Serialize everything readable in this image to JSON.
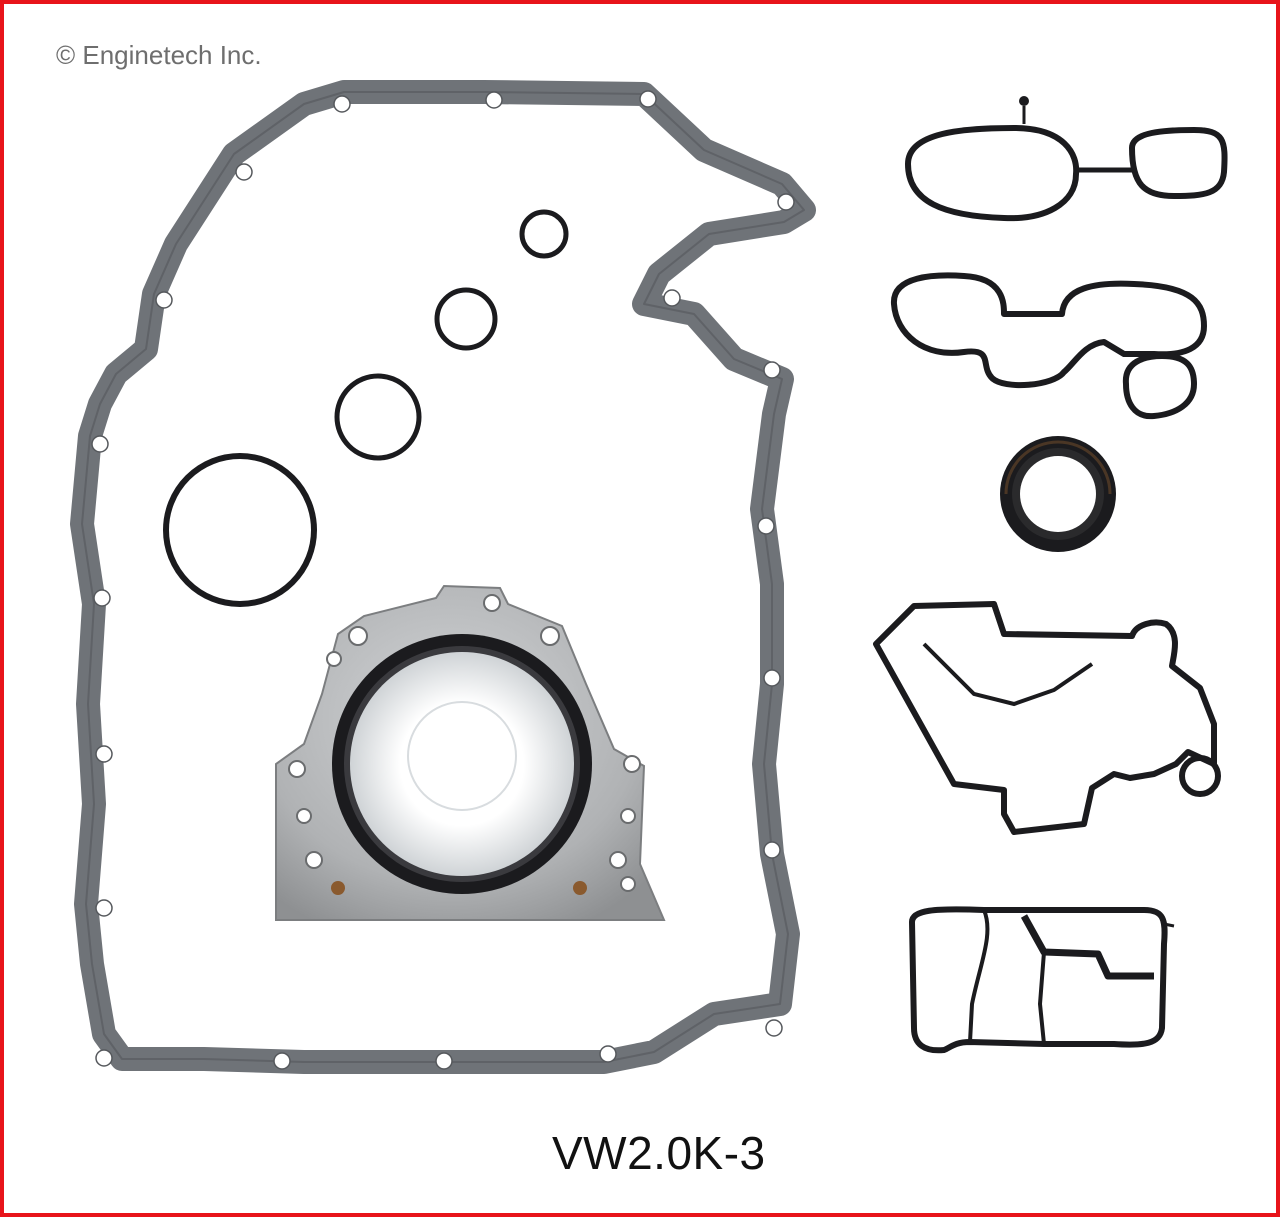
{
  "brand": {
    "copyright": "© Enginetech Inc."
  },
  "product": {
    "part_number": "VW2.0K-3"
  },
  "colors": {
    "frame_border": "#e8141a",
    "gasket_gray": "#6f7378",
    "rubber_black": "#1b1b1e",
    "cast_aluminum": "#b4b6b8",
    "background": "#ffffff"
  },
  "components": [
    "oil-pan-gasket",
    "o-ring-small",
    "o-ring-medium",
    "o-ring-large",
    "o-ring-xlarge",
    "rear-main-seal-housing",
    "oil-filter-housing-gasket",
    "oil-cooler-gasket",
    "front-crank-seal",
    "timing-cover-gasket",
    "oil-pump-gasket"
  ]
}
